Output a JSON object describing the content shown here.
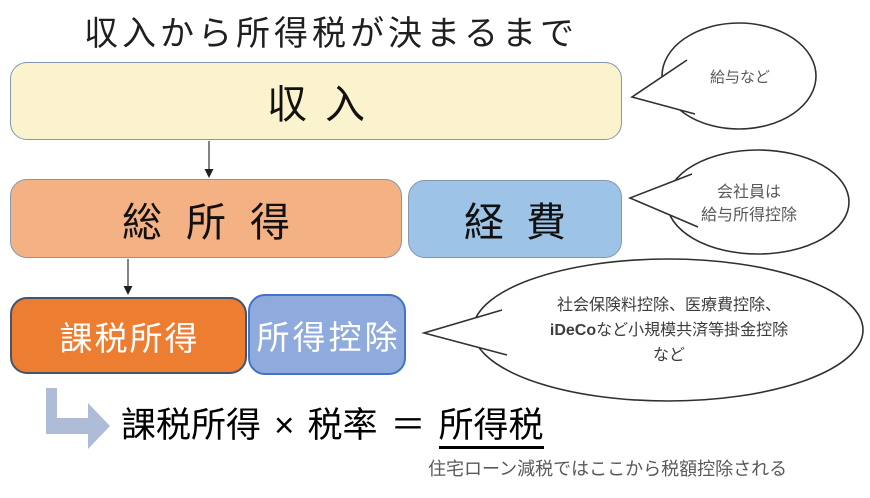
{
  "title": "収入から所得税が決まるまで",
  "boxes": {
    "income": {
      "label": "収入"
    },
    "gross_income": {
      "label": "総所得"
    },
    "expenses": {
      "label": "経費"
    },
    "taxable_income": {
      "label": "課税所得"
    },
    "income_deduction": {
      "label": "所得控除"
    }
  },
  "callouts": {
    "salary_note": {
      "text": "給与など"
    },
    "employee_note": {
      "line1": "会社員は",
      "line2": "給与所得控除"
    },
    "deduction_note": {
      "line1": "社会保険料控除、医療費控除、",
      "line2_bold": "iDeCo",
      "line2_rest": "など小規模共済等掛金控除",
      "line3": "など"
    }
  },
  "formula": {
    "operand1": "課税所得",
    "operator": "×",
    "operand2": "税率",
    "equals": "＝",
    "result": "所得税"
  },
  "footnote": "住宅ローン減税ではここから税額控除される",
  "colors": {
    "income_fill": "#FBF2CE",
    "light_border": "#8496B0",
    "gross_fill": "#F4B183",
    "expenses_fill": "#9DC3E6",
    "taxable_fill": "#ED7D31",
    "taxable_border": "#44546A",
    "deduction_fill": "#8FAADC",
    "deduction_border": "#4472C4",
    "bent_arrow": "#AEBCD8",
    "note_text": "#595959"
  }
}
